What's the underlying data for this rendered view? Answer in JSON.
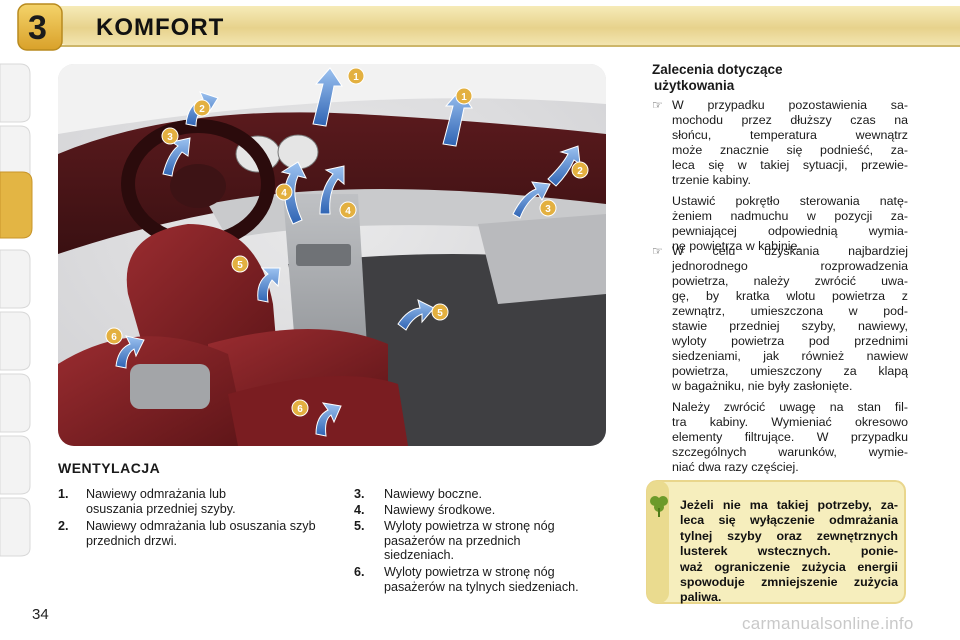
{
  "header": {
    "chapter_number": "3",
    "chapter_title": "KOMFORT"
  },
  "figure": {
    "callouts": [
      "1",
      "1",
      "2",
      "2",
      "3",
      "3",
      "4",
      "4",
      "5",
      "5",
      "6",
      "6"
    ]
  },
  "ventilation": {
    "title": "WENTYLACJA",
    "items": [
      {
        "num": "1.",
        "text": "Nawiewy odmrażania lub osuszania przedniej szyby."
      },
      {
        "num": "2.",
        "text": "Nawiewy odmrażania lub osuszania szyb przednich drzwi."
      },
      {
        "num": "3.",
        "text": "Nawiewy boczne."
      },
      {
        "num": "4.",
        "text": "Nawiewy środkowe."
      },
      {
        "num": "5.",
        "text": "Wyloty powietrza w stronę nóg pasażerów na przednich siedzeniach."
      },
      {
        "num": "6.",
        "text": "Wyloty powietrza w stronę nóg pasażerów na tylnych siedzeniach."
      }
    ]
  },
  "recommendations": {
    "title_line1": "Zalecenia dotyczące",
    "title_line2": "użytkowania",
    "bullet1_lines": [
      "W przypadku pozostawienia sa-",
      "mochodu przez dłuższy czas na",
      "słońcu, temperatura wewnątrz",
      "może znacznie się podnieść, za-",
      "leca się w takiej sytuacji, przewie-",
      "trzenie kabiny."
    ],
    "bullet1_follow_lines": [
      "Ustawić pokrętło sterowania natę-",
      "żeniem nadmuchu w pozycji za-",
      "pewniającej odpowiednią wymia-",
      "nę powietrza w kabinie."
    ],
    "bullet2_lines": [
      "W celu uzyskania najbardziej",
      "jednorodnego rozprowadzenia",
      "powietrza, należy zwrócić uwa-",
      "gę, by kratka wlotu powietrza z",
      "zewnątrz, umieszczona w pod-",
      "stawie przedniej szyby, nawiewy,",
      "wyloty powietrza pod przednimi",
      "siedzeniami, jak również nawiew",
      "powietrza, umieszczony za klapą",
      "w bagażniku, nie były zasłonięte."
    ],
    "bullet2_follow_lines": [
      "Należy zwrócić uwagę na stan fil-",
      "tra kabiny. Wymieniać okresowo",
      "elementy filtrujące. W przypadku",
      "szczególnych warunków, wymie-",
      "niać dwa razy częściej."
    ]
  },
  "tip": {
    "lines": [
      "Jeżeli nie ma takiej potrzeby, za-",
      "leca się wyłączenie odmrażania",
      "tylnej szyby oraz zewnętrznych",
      "lusterek wstecznych. ponie-",
      "waż ograniczenie zużycia energii",
      "spowoduje zmniejszenie zużycia",
      "paliwa."
    ]
  },
  "footer": {
    "page_number": "34",
    "watermark": "carmanualsonline.info"
  },
  "colors": {
    "header_band": "#e7d28c",
    "chapter_badge": "#e6b53b",
    "active_tab": "#e3b544",
    "tip_background": "#f6eebd",
    "tip_border": "#e9d68c",
    "seat_red": "#7c1e22",
    "arrow_blue": "#5d8fd2"
  }
}
